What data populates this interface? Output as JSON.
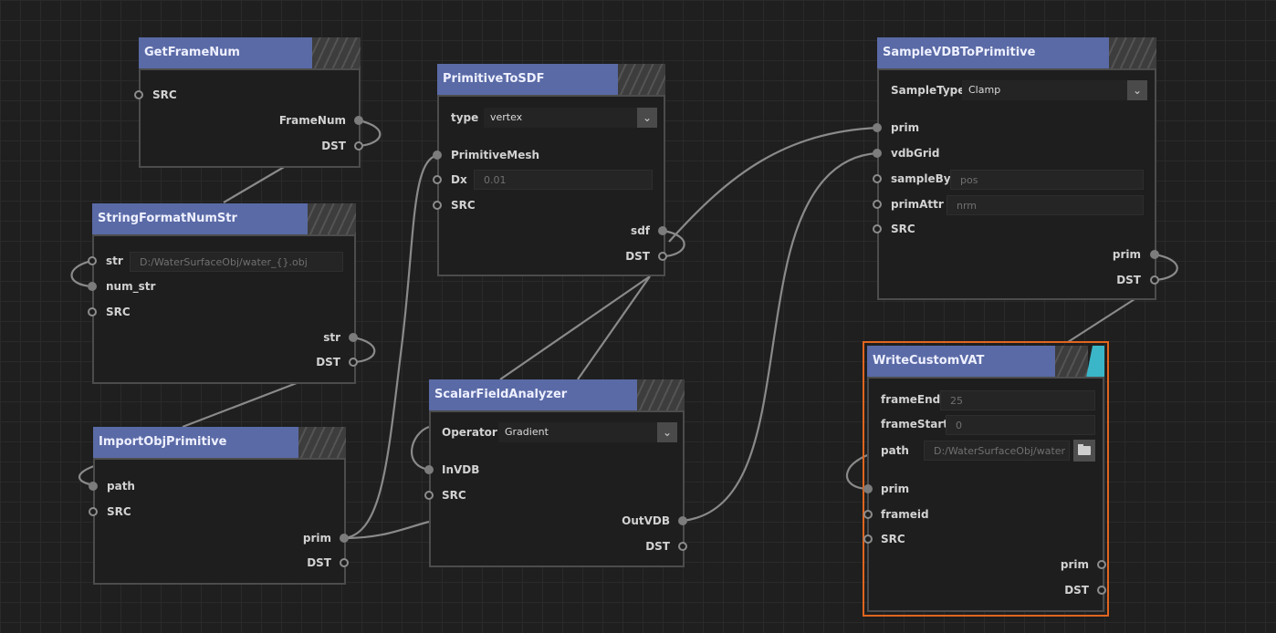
{
  "nodes": {
    "get_frame_num": {
      "title": "GetFrameNum",
      "inputs": [
        "SRC"
      ],
      "outputs": [
        "FrameNum",
        "DST"
      ]
    },
    "string_format": {
      "title": "StringFormatNumStr",
      "inputs": {
        "str": "str",
        "str_value": "D:/WaterSurfaceObj/water_{}.obj",
        "num_str": "num_str",
        "src": "SRC"
      },
      "outputs": [
        "str",
        "DST"
      ]
    },
    "import_obj": {
      "title": "ImportObjPrimitive",
      "inputs": [
        "path",
        "SRC"
      ],
      "outputs": [
        "prim",
        "DST"
      ]
    },
    "primitive_to_sdf": {
      "title": "PrimitiveToSDF",
      "type_label": "type",
      "type_value": "vertex",
      "inputs": {
        "mesh": "PrimitiveMesh",
        "dx": "Dx",
        "dx_value": "0.01",
        "src": "SRC"
      },
      "outputs": [
        "sdf",
        "DST"
      ]
    },
    "scalar_field": {
      "title": "ScalarFieldAnalyzer",
      "operator_label": "Operator",
      "operator_value": "Gradient",
      "inputs": [
        "InVDB",
        "SRC"
      ],
      "outputs": [
        "OutVDB",
        "DST"
      ]
    },
    "sample_vdb": {
      "title": "SampleVDBToPrimitive",
      "sample_type_label": "SampleType",
      "sample_type_value": "Clamp",
      "inputs": {
        "prim": "prim",
        "vdb_grid": "vdbGrid",
        "sample_by": "sampleBy",
        "sample_by_value": "pos",
        "prim_attr": "primAttr",
        "prim_attr_value": "nrm",
        "src": "SRC"
      },
      "outputs": [
        "prim",
        "DST"
      ]
    },
    "write_vat": {
      "title": "WriteCustomVAT",
      "accent": "#3ab6c8",
      "selection_color": "#e0651f",
      "inputs": {
        "frame_end": "frameEnd",
        "frame_end_value": "25",
        "frame_start": "frameStart",
        "frame_start_value": "0",
        "path": "path",
        "path_value": "D:/WaterSurfaceObj/water",
        "prim": "prim",
        "frameid": "frameid",
        "src": "SRC"
      },
      "outputs": [
        "prim",
        "DST"
      ]
    }
  },
  "icons": {
    "dropdown": "chevron-down-icon",
    "folder": "folder-icon"
  },
  "colors": {
    "header": "#5a6aa6",
    "background": "#1f1f1f",
    "wire": "#8a8a8a"
  }
}
